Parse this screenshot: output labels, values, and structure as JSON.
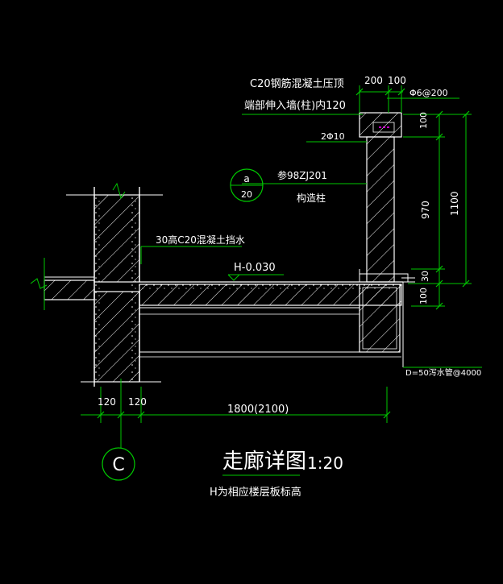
{
  "notes": {
    "roof_line1": "C20钢筋混凝土压顶",
    "roof_line2": "端部伸入墙(柱)内120",
    "rebar_top": "Φ6@200",
    "rebar_long": "2Φ10",
    "ref_text": "参98ZJ201",
    "column_text": "构造柱",
    "curb_text": "30高C20混凝土挡水",
    "drain_text": "D=50泻水管@4000",
    "detail_number": "a",
    "detail_sheet": "20",
    "elevation": "H-0.030"
  },
  "dims": {
    "top_200": "200",
    "top_100": "100",
    "right_100_top": "100",
    "right_970": "970",
    "right_1100": "1100",
    "right_30": "30",
    "right_100_bottom": "100",
    "bottom_120_left": "120",
    "bottom_120_right": "120",
    "bottom_span": "1800(2100)"
  },
  "axis": {
    "label": "C"
  },
  "title": {
    "name": "走廊详图",
    "scale": "1:20",
    "subtitle": "H为相应楼层板标高"
  },
  "colors": {
    "background": "#000000",
    "structure": "#ffffff",
    "dimension": "#00c800",
    "annotation": "#ffffff",
    "accent": "#ff00ff"
  }
}
